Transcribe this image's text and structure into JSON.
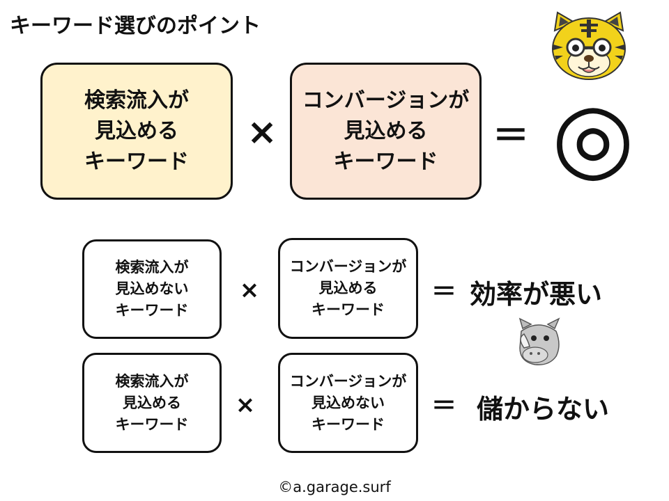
{
  "title": "キーワード選びのポイント",
  "colors": {
    "box_search_fill": "#FFF2CC",
    "box_conversion_fill": "#FBE5D6",
    "border": "#111111"
  },
  "top_row": {
    "box1_lines": [
      "検索流入が",
      "見込める",
      "キーワード"
    ],
    "operator": "×",
    "box2_lines": [
      "コンバージョンが",
      "見込める",
      "キーワード"
    ],
    "equals": "＝",
    "result_symbol": "◎"
  },
  "row2": {
    "box1_lines": [
      "検索流入が",
      "見込めない",
      "キーワード"
    ],
    "operator": "×",
    "box2_lines": [
      "コンバージョンが",
      "見込める",
      "キーワード"
    ],
    "equals": "＝",
    "result": "効率が悪い"
  },
  "row3": {
    "box1_lines": [
      "検索流入が",
      "見込める",
      "キーワード"
    ],
    "operator": "×",
    "box2_lines": [
      "コンバージョンが",
      "見込めない",
      "キーワード"
    ],
    "equals": "＝",
    "result": "儲からない"
  },
  "icons": {
    "tiger": "tiger-mascot-icon",
    "rhino": "rhino-mascot-icon"
  },
  "copyright": "©a.garage.surf"
}
